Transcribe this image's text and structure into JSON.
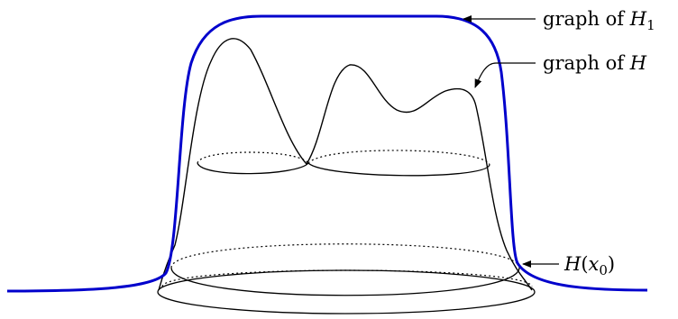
{
  "labels": {
    "graph_h1": {
      "prefix": "graph of ",
      "symbol": "H",
      "subscript": "1"
    },
    "graph_h": {
      "prefix": "graph of ",
      "symbol": "H"
    },
    "h_x0": {
      "symbol": "H",
      "open": "(",
      "var": "x",
      "subscript": "0",
      "close": ")"
    }
  },
  "colors": {
    "envelope": "#0000cc",
    "graph": "#000000",
    "background": "#ffffff"
  }
}
